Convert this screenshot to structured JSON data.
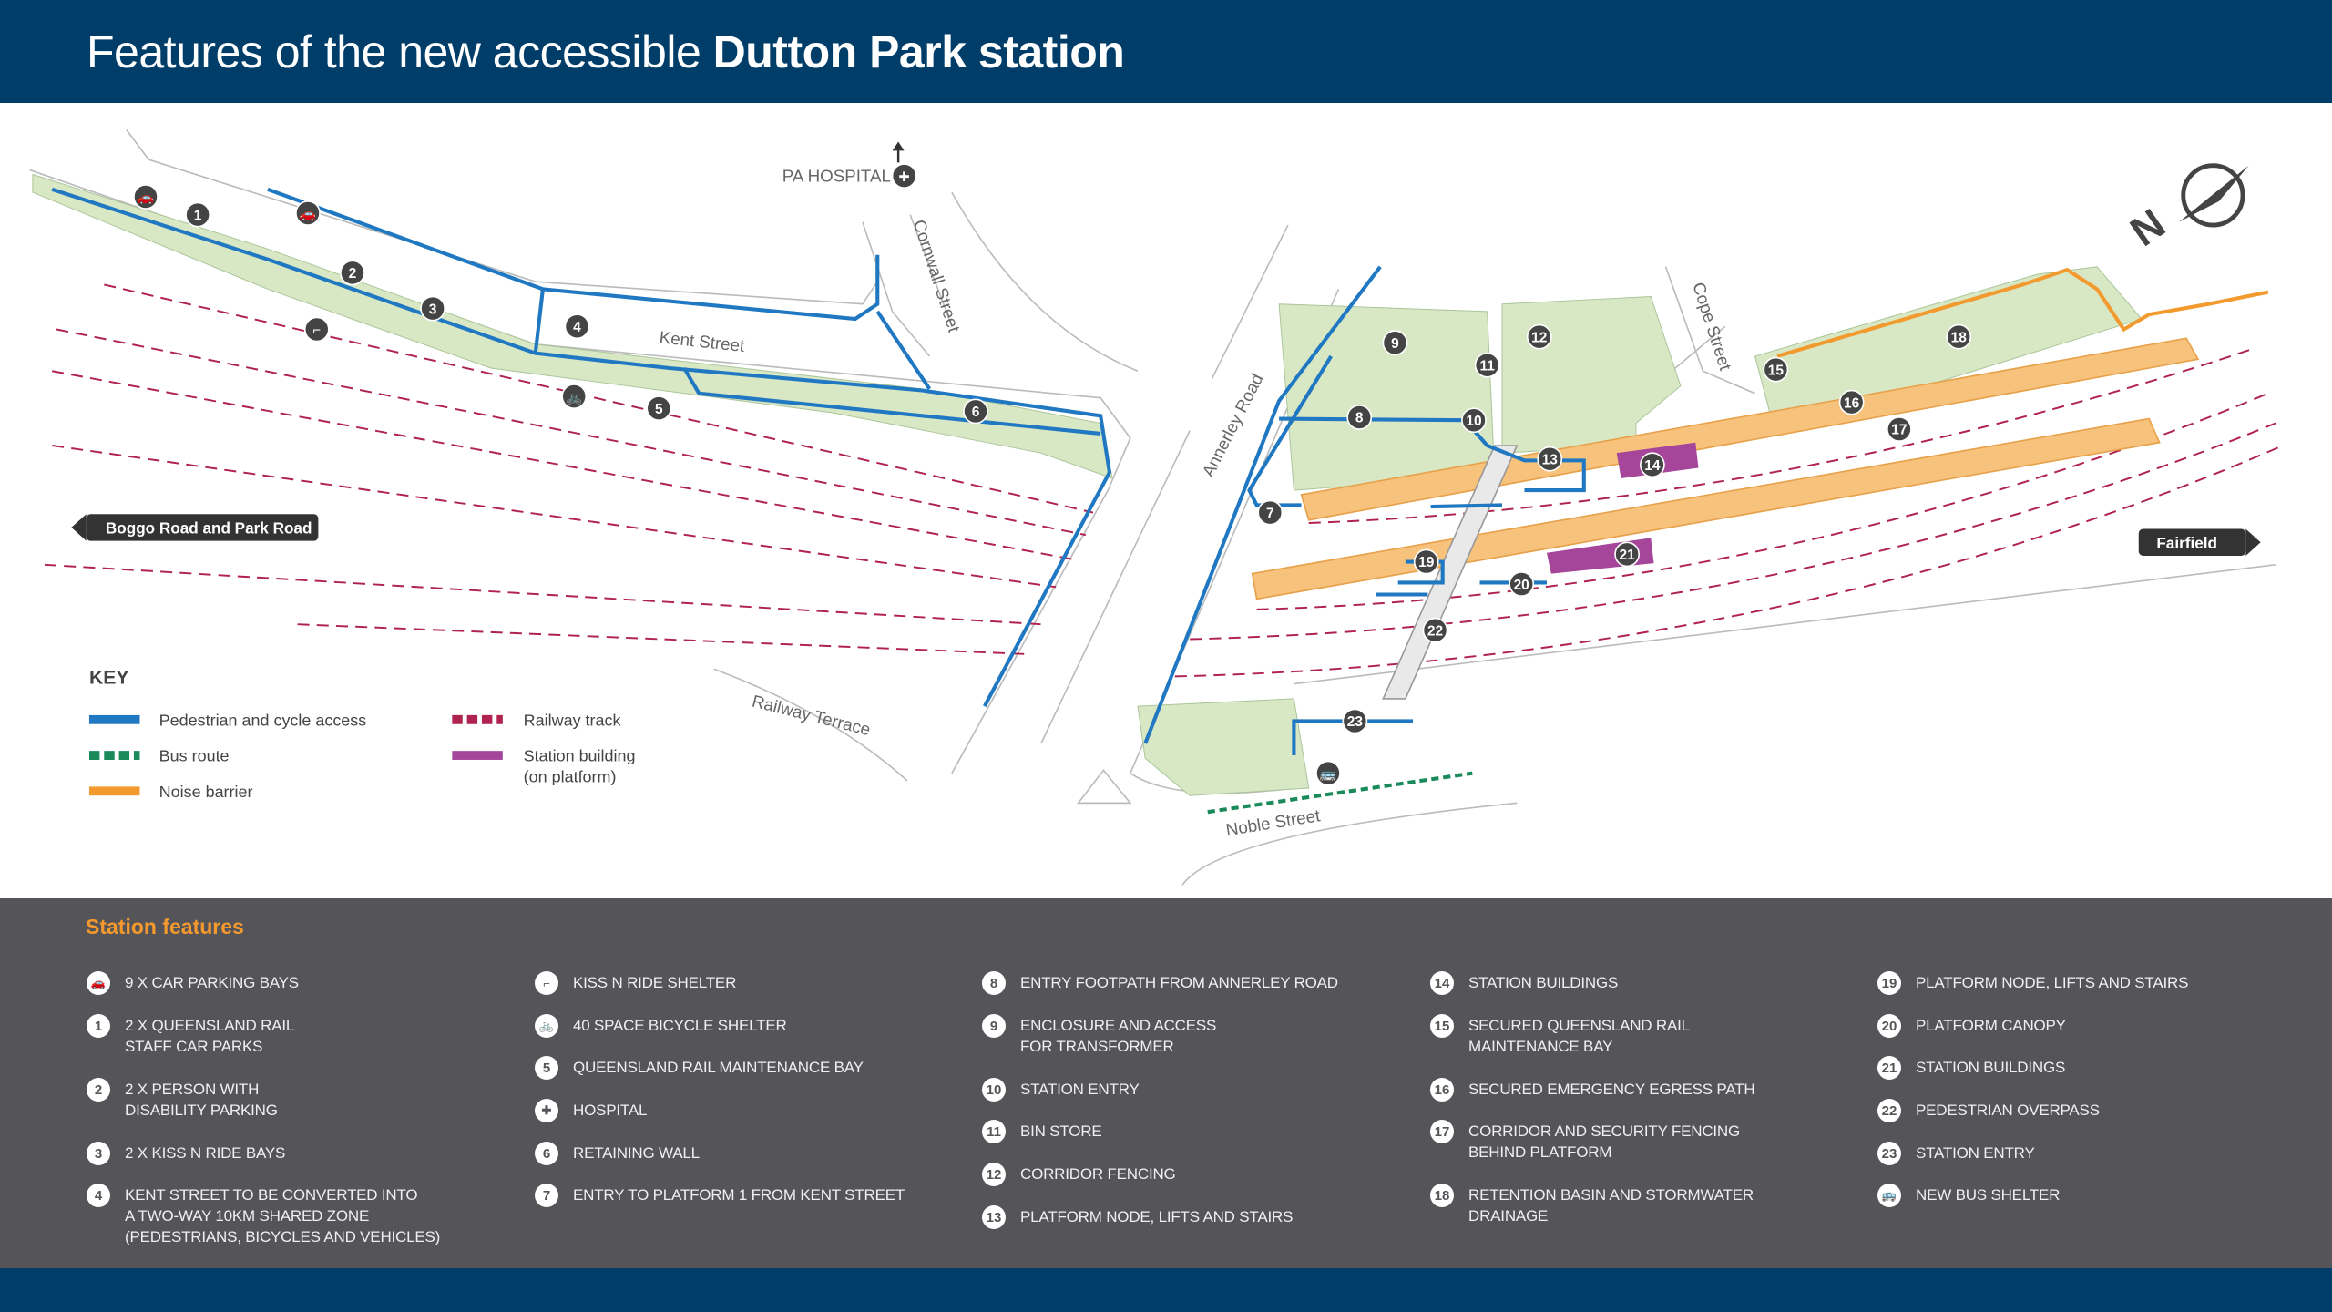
{
  "header": {
    "title_regular": "Features of the new accessible ",
    "title_bold": "Dutton Park station"
  },
  "colors": {
    "header": "#003d69",
    "pedestrian": "#1f78c1",
    "bus": "#1a8a5a",
    "noise": "#f39a2e",
    "rail": "#b0234f",
    "building": "#a5469a",
    "green": "#d7e6c2",
    "panel": "#555559",
    "heading": "#f5992d"
  },
  "map": {
    "labels": {
      "hospital": "PA HOSPITAL",
      "kent": "Kent Street",
      "cornwall": "Cornwall Street",
      "annerley": "Annerley Road",
      "cope": "Cope Street",
      "railway": "Railway Terrace",
      "noble": "Noble Street",
      "boggo": "Boggo Road and Park Road",
      "fairfield": "Fairfield",
      "north": "N"
    },
    "markers": [
      "1",
      "2",
      "3",
      "4",
      "5",
      "6",
      "7",
      "8",
      "9",
      "10",
      "11",
      "12",
      "13",
      "14",
      "15",
      "16",
      "17",
      "18",
      "19",
      "20",
      "21",
      "22",
      "23"
    ],
    "icons": [
      "car-icon",
      "car-icon",
      "kiss-n-ride-icon",
      "bicycle-icon",
      "hospital-icon",
      "bus-icon"
    ]
  },
  "key": {
    "title": "KEY",
    "items": [
      {
        "label": "Pedestrian and cycle access"
      },
      {
        "label": "Bus route"
      },
      {
        "label": "Noise barrier"
      },
      {
        "label": "Railway track"
      },
      {
        "label": "Station building",
        "sub": "(on platform)"
      }
    ]
  },
  "features": {
    "title": "Station features",
    "columns": [
      [
        {
          "badge": "car-icon",
          "text": "9 X CAR PARKING BAYS"
        },
        {
          "badge": "1",
          "text": "2 X QUEENSLAND RAIL\nSTAFF CAR PARKS"
        },
        {
          "badge": "2",
          "text": "2 X PERSON WITH\nDISABILITY PARKING"
        },
        {
          "badge": "3",
          "text": "2 X KISS N RIDE BAYS"
        },
        {
          "badge": "4",
          "text": "KENT STREET TO BE CONVERTED INTO\nA TWO-WAY 10KM SHARED ZONE\n(PEDESTRIANS, BICYCLES AND VEHICLES)"
        }
      ],
      [
        {
          "badge": "kiss-n-ride-icon",
          "text": "KISS N RIDE SHELTER"
        },
        {
          "badge": "bicycle-icon",
          "text": "40 SPACE BICYCLE SHELTER"
        },
        {
          "badge": "5",
          "text": "QUEENSLAND RAIL MAINTENANCE BAY"
        },
        {
          "badge": "hospital-icon",
          "text": "HOSPITAL"
        },
        {
          "badge": "6",
          "text": "RETAINING WALL"
        },
        {
          "badge": "7",
          "text": "ENTRY TO PLATFORM 1 FROM KENT STREET"
        }
      ],
      [
        {
          "badge": "8",
          "text": "ENTRY FOOTPATH FROM ANNERLEY ROAD"
        },
        {
          "badge": "9",
          "text": "ENCLOSURE AND ACCESS\nFOR TRANSFORMER"
        },
        {
          "badge": "10",
          "text": "STATION ENTRY"
        },
        {
          "badge": "11",
          "text": "BIN STORE"
        },
        {
          "badge": "12",
          "text": "CORRIDOR FENCING"
        },
        {
          "badge": "13",
          "text": "PLATFORM NODE, LIFTS AND STAIRS"
        }
      ],
      [
        {
          "badge": "14",
          "text": "STATION BUILDINGS"
        },
        {
          "badge": "15",
          "text": "SECURED QUEENSLAND RAIL\nMAINTENANCE BAY"
        },
        {
          "badge": "16",
          "text": "SECURED EMERGENCY EGRESS PATH"
        },
        {
          "badge": "17",
          "text": "CORRIDOR AND SECURITY FENCING\nBEHIND PLATFORM"
        },
        {
          "badge": "18",
          "text": "RETENTION BASIN AND STORMWATER\nDRAINAGE"
        }
      ],
      [
        {
          "badge": "19",
          "text": "PLATFORM NODE, LIFTS AND STAIRS"
        },
        {
          "badge": "20",
          "text": "PLATFORM CANOPY"
        },
        {
          "badge": "21",
          "text": "STATION BUILDINGS"
        },
        {
          "badge": "22",
          "text": "PEDESTRIAN OVERPASS"
        },
        {
          "badge": "23",
          "text": "STATION ENTRY"
        },
        {
          "badge": "bus-icon",
          "text": "NEW BUS SHELTER"
        }
      ]
    ]
  }
}
